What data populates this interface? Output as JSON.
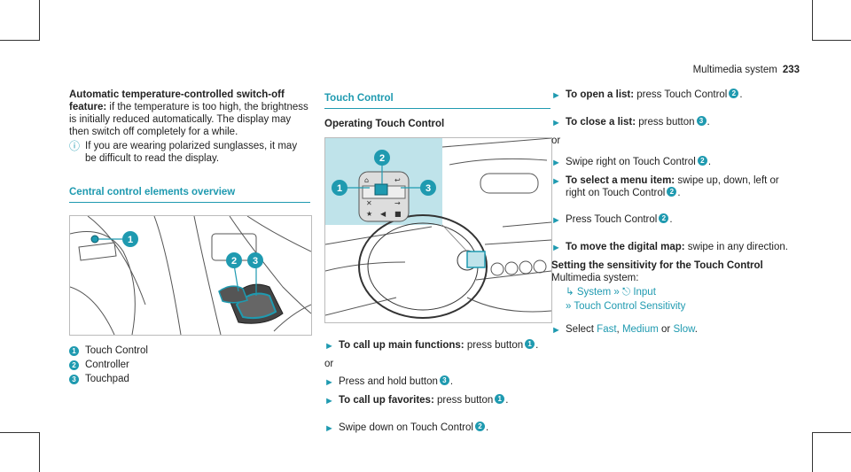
{
  "header": {
    "title": "Multimedia system",
    "page": "233"
  },
  "col1": {
    "intro_bold": "Automatic temperature-controlled switch-off feature:",
    "intro_text": " if the temperature is too high, the brightness is initially reduced automatically. The display may then switch off completely for a while.",
    "note": "If you are wearing polarized sunglasses, it may be difficult to read the display.",
    "section_title": "Central control elements overview",
    "legend": [
      {
        "num": "1",
        "label": "Touch Control"
      },
      {
        "num": "2",
        "label": "Controller"
      },
      {
        "num": "3",
        "label": "Touchpad"
      }
    ]
  },
  "col2": {
    "section_title": "Touch Control",
    "sub_title": "Operating Touch Control",
    "steps": {
      "s1_bold": "To call up main functions:",
      "s1_text": " press button",
      "s1_num": "1",
      "or": "or",
      "s2_text": "Press and hold button",
      "s2_num": "3",
      "s3_bold": "To call up favorites:",
      "s3_text": " press button",
      "s3_num": "1",
      "s4_text": "Swipe down on Touch Control",
      "s4_num": "2"
    }
  },
  "col3": {
    "a1_bold": "To open a list:",
    "a1_text": " press Touch Control",
    "a1_num": "2",
    "a2_bold": "To close a list:",
    "a2_text": " press button",
    "a2_num": "3",
    "or": "or",
    "a3_text": "Swipe right on Touch Control",
    "a3_num": "2",
    "a4_bold": "To select a menu item:",
    "a4_text": " swipe up, down, left or right on Touch Control",
    "a4_num": "2",
    "a5_text": "Press Touch Control",
    "a5_num": "2",
    "a6_bold": "To move the digital map:",
    "a6_text": " swipe in any direction.",
    "setting_title": "Setting the sensitivity for the Touch Control",
    "setting_sub": "Multimedia system:",
    "path": {
      "p1": "System",
      "p2": "Input",
      "p3": "Touch Control Sensitivity"
    },
    "select_text": "Select ",
    "opt1": "Fast",
    "sep1": ", ",
    "opt2": "Medium",
    "sep2": " or ",
    "opt3": "Slow",
    "end": "."
  },
  "colors": {
    "accent": "#1f9ab0",
    "callout_bg": "#bfe3ea"
  }
}
